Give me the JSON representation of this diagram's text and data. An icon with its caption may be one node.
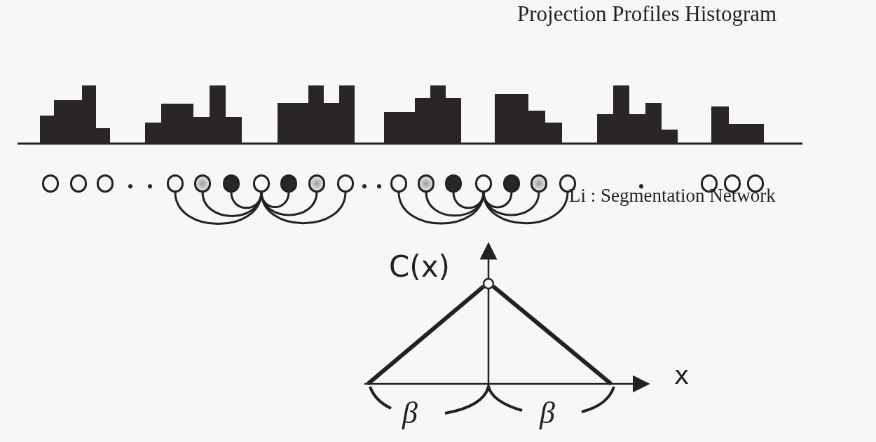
{
  "diagram": {
    "nodes": [
      {
        "text": [],
        "shape": "circle"
      },
      {
        "text": [],
        "shape": "circle"
      },
      {
        "text": [],
        "shape": "circle"
      },
      {
        "text": [],
        "shape": "circle"
      },
      {
        "text": [],
        "shape": "circle"
      },
      {
        "text": [],
        "shape": "circle"
      },
      {
        "text": [],
        "shape": "circle"
      },
      {
        "text": [],
        "shape": "circle"
      },
      {
        "text": [],
        "shape": "circle"
      },
      {
        "text": [],
        "shape": "circle"
      },
      {
        "text": [],
        "shape": "circle"
      },
      {
        "text": [],
        "shape": "circle"
      },
      {
        "text": [],
        "shape": "circle"
      },
      {
        "text": [],
        "shape": "circle"
      },
      {
        "text": [],
        "shape": "circle"
      },
      {
        "text": [],
        "shape": "circle"
      },
      {
        "text": [],
        "shape": "circle"
      },
      {
        "text": [],
        "shape": "circle"
      },
      {
        "text": [],
        "shape": "circle"
      },
      {
        "text": [],
        "shape": "circle"
      }
    ],
    "edges": [
      {
        "from": 6,
        "to": 3,
        "arrow": "none"
      },
      {
        "from": 6,
        "to": 4,
        "arrow": "none"
      },
      {
        "from": 6,
        "to": 5,
        "arrow": "none"
      },
      {
        "from": 6,
        "to": 7,
        "arrow": "none"
      },
      {
        "from": 6,
        "to": 8,
        "arrow": "none"
      },
      {
        "from": 6,
        "to": 9,
        "arrow": "none"
      },
      {
        "from": 13,
        "to": 10,
        "arrow": "none"
      },
      {
        "from": 13,
        "to": 11,
        "arrow": "none"
      },
      {
        "from": 13,
        "to": 12,
        "arrow": "none"
      },
      {
        "from": 13,
        "to": 14,
        "arrow": "none"
      },
      {
        "from": 13,
        "to": 15,
        "arrow": "none"
      },
      {
        "from": 13,
        "to": 16,
        "arrow": "none"
      }
    ],
    "labels": [
      "Projection Profiles Histogram",
      "Li : Segmentation Network",
      "C(x)",
      "x",
      "β",
      "β"
    ]
  }
}
